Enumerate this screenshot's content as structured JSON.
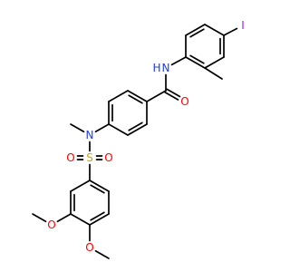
{
  "molecule": {
    "atoms": [
      {
        "id": "I1",
        "label": "I",
        "color": "#a020f0"
      },
      {
        "id": "N1",
        "label": "N",
        "color": "#1f3fe0",
        "h_label": "H"
      },
      {
        "id": "O1",
        "label": "O",
        "color": "#ff0000"
      },
      {
        "id": "N2",
        "label": "N",
        "color": "#1f3fe0"
      },
      {
        "id": "S1",
        "label": "S",
        "color": "#c8a800"
      },
      {
        "id": "O2",
        "label": "O",
        "color": "#ff0000"
      },
      {
        "id": "O3",
        "label": "O",
        "color": "#ff0000"
      },
      {
        "id": "O4",
        "label": "O",
        "color": "#ff0000"
      },
      {
        "id": "O5",
        "label": "O",
        "color": "#ff0000"
      }
    ]
  }
}
